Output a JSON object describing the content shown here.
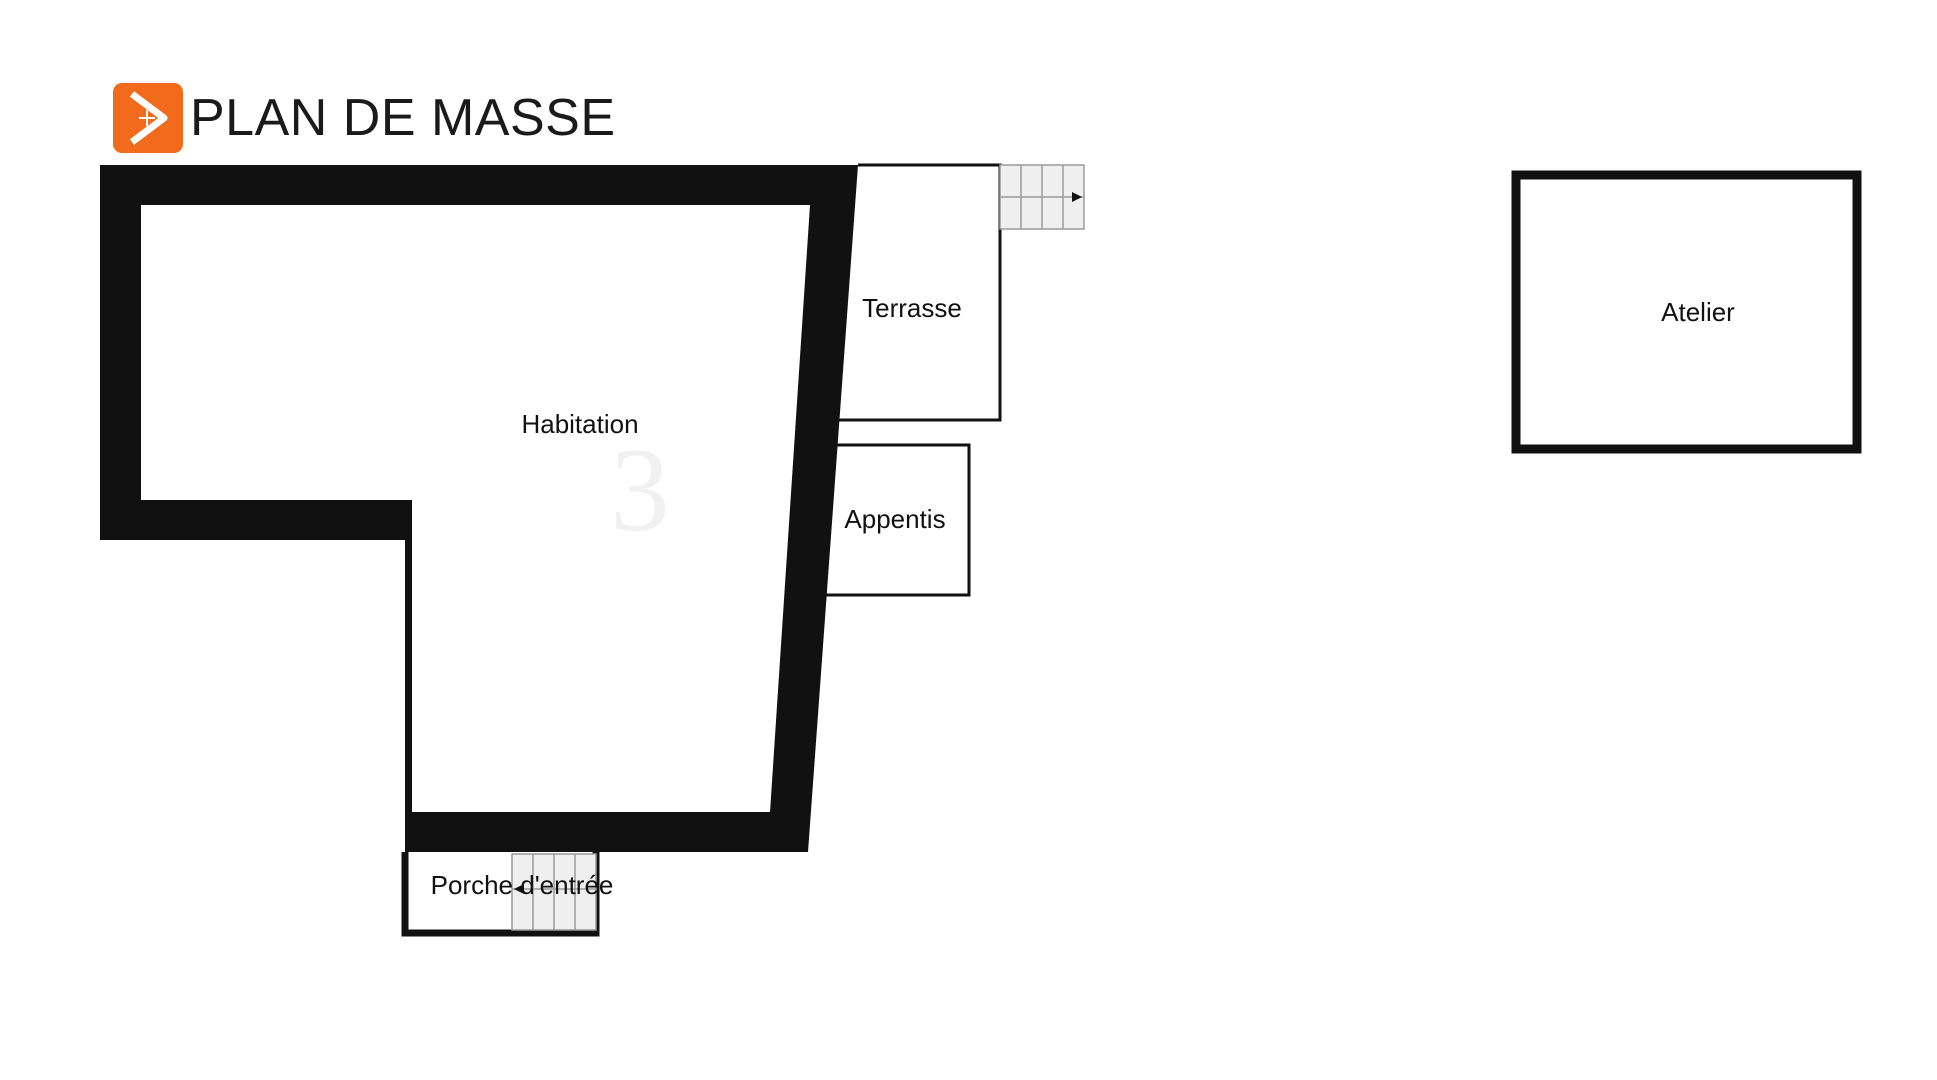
{
  "header": {
    "title": "PLAN DE MASSE",
    "logo_color": "#f26a1b"
  },
  "rooms": {
    "habitation": "Habitation",
    "terrasse": "Terrasse",
    "appentis": "Appentis",
    "porche": "Porche d'entrée",
    "atelier": "Atelier"
  },
  "colors": {
    "wall": "#111111",
    "stairs_fill": "#efefef",
    "stairs_stroke": "#9a9a9a"
  }
}
